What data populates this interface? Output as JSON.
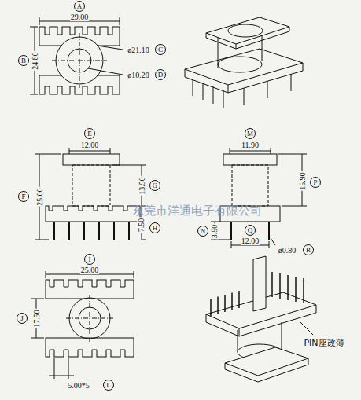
{
  "diagram": {
    "nodes": [
      {
        "text": [
          "A"
        ]
      },
      {
        "text": [
          "B"
        ]
      },
      {
        "text": [
          "C"
        ]
      },
      {
        "text": [
          "D"
        ]
      },
      {
        "text": [
          "E"
        ]
      },
      {
        "text": [
          "F"
        ]
      },
      {
        "text": [
          "G"
        ]
      },
      {
        "text": [
          "H"
        ]
      },
      {
        "text": [
          "M"
        ]
      },
      {
        "text": [
          "P"
        ]
      },
      {
        "text": [
          "N"
        ]
      },
      {
        "text": [
          "Q"
        ]
      },
      {
        "text": [
          "R"
        ]
      },
      {
        "text": [
          "I"
        ]
      },
      {
        "text": [
          "J"
        ]
      },
      {
        "text": [
          "L"
        ]
      }
    ],
    "labels": [
      "29.00",
      "24.80",
      "ø21.10",
      "ø10.20",
      "12.00",
      "25.00",
      "13.50",
      "7.50",
      "11.90",
      "15.90",
      "3.50",
      "12.00",
      "ø0.80",
      "25.00",
      "17.50",
      "5.00*5",
      "PIN座改薄",
      "东莞市洋通电子有限公司"
    ]
  }
}
